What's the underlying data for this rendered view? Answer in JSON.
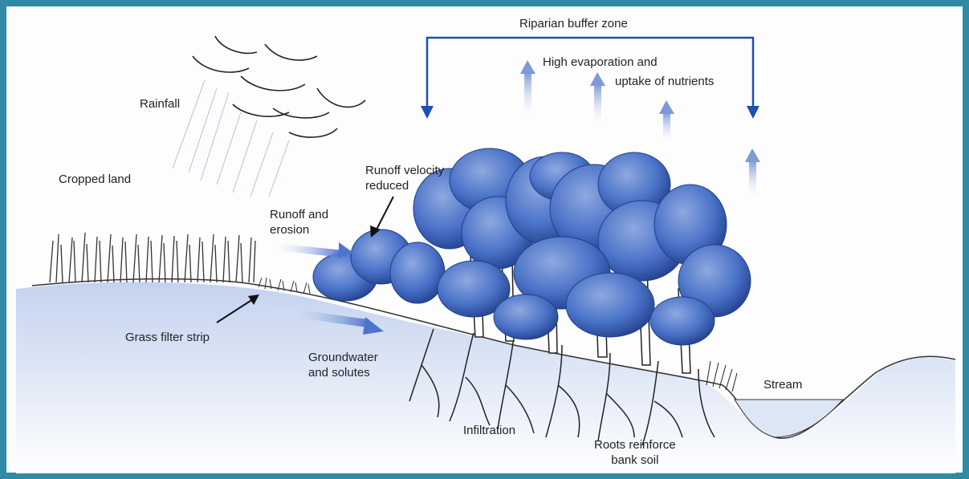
{
  "labels": {
    "riparian_buffer_zone": "Riparian buffer zone",
    "high_evaporation": {
      "line1": "High evaporation and",
      "line2": "uptake of nutrients"
    },
    "rainfall": "Rainfall",
    "cropped_land": "Cropped land",
    "runoff_velocity": {
      "line1": "Runoff velocity",
      "line2": "reduced"
    },
    "runoff_erosion": {
      "line1": "Runoff and",
      "line2": "erosion"
    },
    "grass_filter_strip": "Grass filter strip",
    "groundwater": {
      "line1": "Groundwater",
      "line2": "and solutes"
    },
    "stream": "Stream",
    "infiltration": "Infiltration",
    "roots": {
      "line1": "Roots reinforce",
      "line2": "bank soil"
    }
  },
  "colors": {
    "frame": "#2e8aa5",
    "bracket": "#1f4fb0",
    "foliage": "#4a72c8",
    "foliage_dark": "#1f3f8a",
    "ground": "#c9d6ee",
    "water": "#dde6f5",
    "ink": "#222222"
  }
}
